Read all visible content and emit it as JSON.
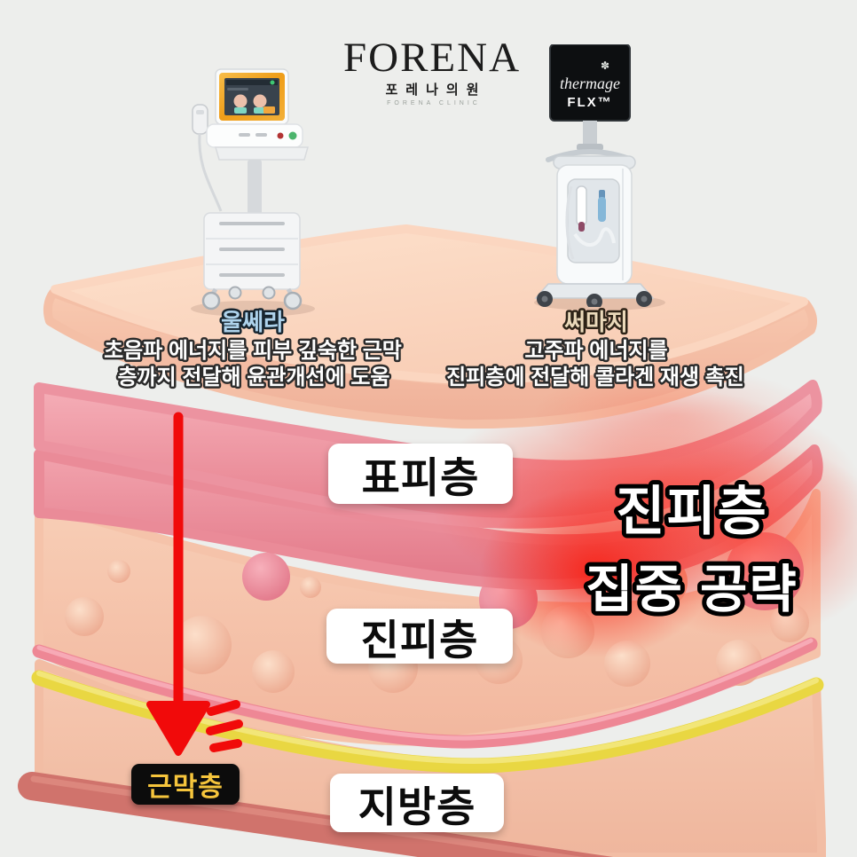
{
  "page": {
    "background": "#edeeec"
  },
  "logo": {
    "brand": "FORENA",
    "clinic_kr": "포레나의원",
    "clinic_en": "FORENA CLINIC"
  },
  "devices": {
    "ulthera": {
      "title": "울쎄라",
      "title_color": "#aed3ec",
      "desc_line1": "초음파 에너지를 피부 깊숙한 근막",
      "desc_line2": "층까지 전달해 윤관개선에 도움"
    },
    "thermage": {
      "title": "써마지",
      "title_color": "#ead9ba",
      "desc_line1": "고주파 에너지를",
      "desc_line2": "진피층에 전달해 콜라겐 재생 촉진",
      "screen_brand": "thermage",
      "screen_model": "FLX™",
      "screen_leaf_icon": "✽"
    }
  },
  "skin_labels": {
    "epidermis": "표피층",
    "dermis": "진피층",
    "fat": "지방층",
    "fascia": "근막층"
  },
  "highlight": {
    "line1": "진피층",
    "line2": "집중 공략"
  },
  "colors": {
    "arrow_red": "#f10a0a",
    "glow_red": "#ff2d14",
    "fascia_label_bg": "#0c0c0c",
    "fascia_label_text": "#f6c53c",
    "pink_vessel_line": "#ee8795",
    "yellow_smas_line": "#e9d742",
    "bottom_muscle_band": "#d0736c"
  }
}
